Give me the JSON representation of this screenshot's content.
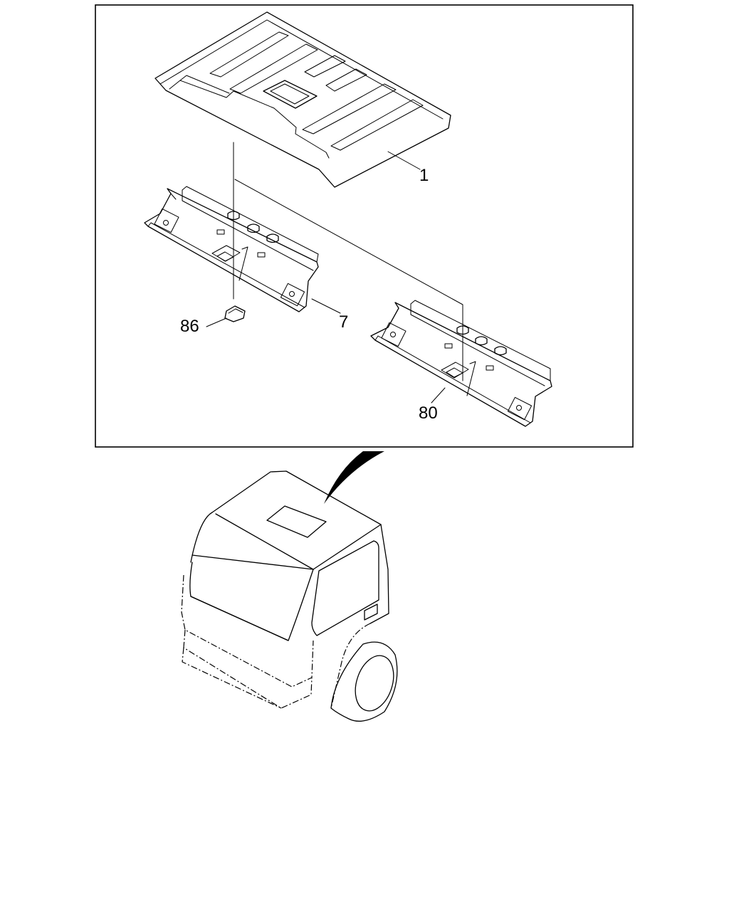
{
  "callouts": {
    "part_1": "1",
    "part_7": "7",
    "part_80": "80",
    "part_86": "86"
  }
}
